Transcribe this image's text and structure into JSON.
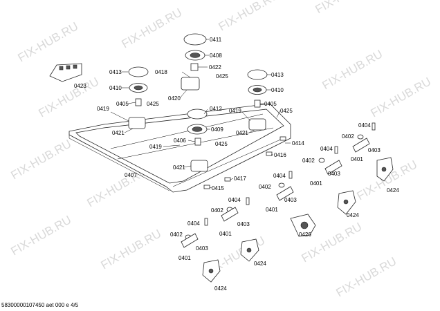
{
  "watermark": "FIX-HUB.RU",
  "footer": "58300000107450 aet 000 e 4/5",
  "labels": {
    "p0411": "0411",
    "p0408": "0408",
    "p0422": "0422",
    "p0418": "0418",
    "p0425a": "0425",
    "p0413a": "0413",
    "p0410a": "0410",
    "p0413b": "0413",
    "p0410b": "0410",
    "p0423": "0423",
    "p0420": "0420",
    "p0405a": "0405",
    "p0425b": "0425",
    "p0405b": "0405",
    "p0425c": "0425",
    "p0419a": "0419",
    "p0412": "0412",
    "p0419b": "0419",
    "p0421a": "0421",
    "p0421b": "0421",
    "p0409": "0409",
    "p0406": "0406",
    "p0425d": "0425",
    "p0419c": "0419",
    "p0407": "0407",
    "p0414": "0414",
    "p0416": "0416",
    "p0417": "0417",
    "p0415": "0415",
    "p0404a": "0404",
    "p0402a": "0402",
    "p0403a": "0403",
    "p0401a": "0401",
    "p0404b": "0404",
    "p0402b": "0402",
    "p0403b": "0403",
    "p0401b": "0401",
    "p0424a": "0424",
    "p0404c": "0404",
    "p0402c": "0402",
    "p0403c": "0403",
    "p0401c": "0401",
    "p0424b": "0424",
    "p0404d": "0404",
    "p0402d": "0402",
    "p0403d": "0403",
    "p0401d": "0401",
    "p0426": "0426",
    "p0404e": "0404",
    "p0402e": "0402",
    "p0403e": "0403",
    "p0401e": "0401",
    "p0424c": "0424",
    "p0424d": "0424"
  }
}
